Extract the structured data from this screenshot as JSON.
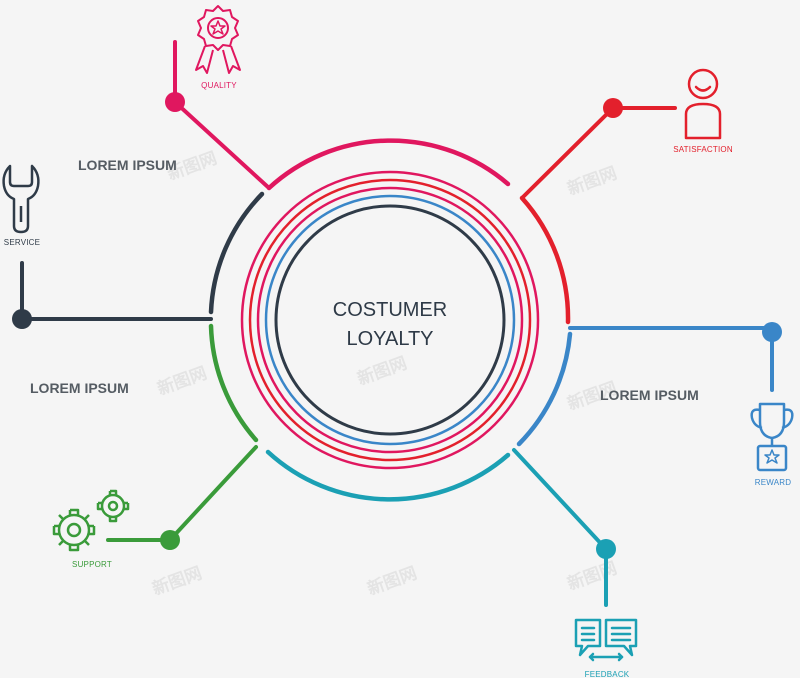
{
  "center": {
    "line1": "COSTUMER",
    "line2": "LOYALTY"
  },
  "lorem": {
    "top_left": "LOREM IPSUM",
    "mid_left": "LOREM IPSUM",
    "right": "LOREM IPSUM"
  },
  "nodes": {
    "quality": {
      "label": "QUALITY",
      "color": "#e0175f",
      "icon": "award-ribbon-icon"
    },
    "satisfaction": {
      "label": "SATISFACTION",
      "color": "#e3202c",
      "icon": "smiling-person-icon"
    },
    "service": {
      "label": "SERVICE",
      "color": "#2f3b48",
      "icon": "wrench-icon"
    },
    "reward": {
      "label": "REWARD",
      "color": "#3a86c8",
      "icon": "trophy-icon"
    },
    "support": {
      "label": "SUPPORT",
      "color": "#3a9b3a",
      "icon": "gears-icon"
    },
    "feedback": {
      "label": "FEEDBACK",
      "color": "#1ba0b4",
      "icon": "chat-bubbles-icon"
    }
  },
  "watermark": "新图网"
}
